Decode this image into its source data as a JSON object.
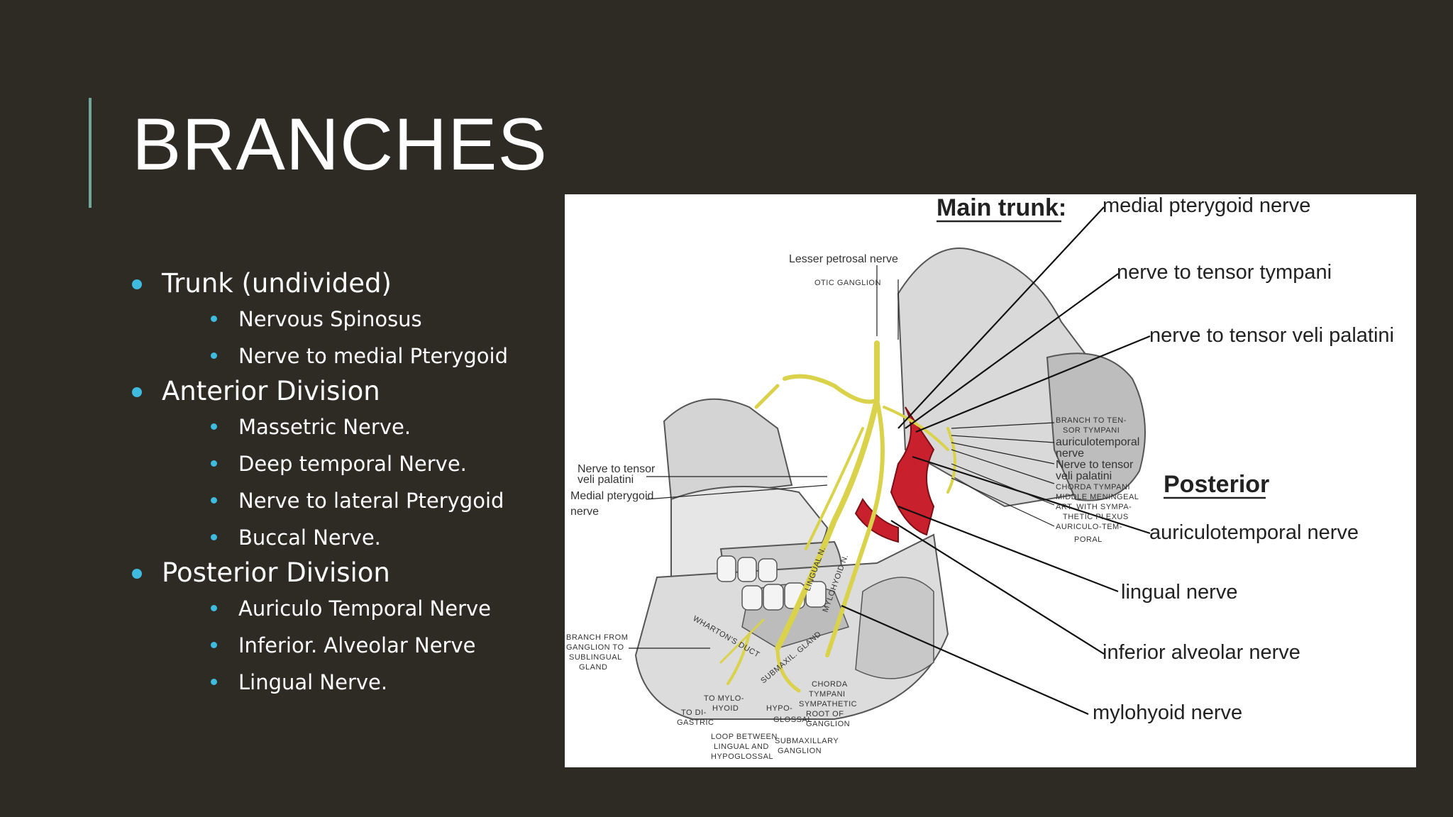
{
  "title": "BRANCHES",
  "bullets": [
    {
      "label": "Trunk (undivided)",
      "children": [
        "Nervous Spinosus",
        "Nerve to medial Pterygoid"
      ]
    },
    {
      "label": "Anterior Division",
      "children": [
        "Massetric Nerve.",
        "Deep temporal Nerve.",
        "Nerve to lateral Pterygoid",
        "Buccal Nerve."
      ]
    },
    {
      "label": "Posterior Division",
      "children": [
        "Auriculo Temporal Nerve",
        "Inferior. Alveolar Nerve",
        "Lingual Nerve."
      ]
    }
  ],
  "figure": {
    "main_trunk_heading": "Main trunk:",
    "posterior_heading": "Posterior",
    "labels_right": {
      "medial_pterygoid": "medial pterygoid nerve",
      "tensor_tympani": "nerve to tensor tympani",
      "tensor_veli": "nerve to tensor veli palatini",
      "auriculotemporal": "auriculotemporal nerve",
      "lingual": "lingual nerve",
      "inferior_alveolar": "inferior alveolar nerve",
      "mylohyoid": "mylohyoid nerve"
    },
    "labels_small": {
      "lesser_petrosal": "Lesser petrosal nerve",
      "otic_ganglion": "OTIC GANGLION",
      "nerve_tensor_veli_1": "Nerve to tensor",
      "nerve_tensor_veli_2": "veli palatini",
      "medial_pterygoid_1": "Medial pterygoid",
      "medial_pterygoid_2": "nerve",
      "branch_tensor_1": "BRANCH TO TEN-",
      "branch_tensor_2": "SOR TYMPANI",
      "auriculotemporal_1": "auriculotemporal",
      "auriculotemporal_2": "nerve",
      "nerve_tensor_1": "Nerve to tensor",
      "nerve_tensor_2": "veli palatini",
      "chorda_tympani": "CHORDA TYMPANI",
      "middle_meningeal_1": "MIDDLE MENINGEAL",
      "middle_meningeal_2": "ART. WITH SYMPA-",
      "middle_meningeal_3": "THETIC PLEXUS",
      "auriculo_tem_1": "AURICULO-TEM-",
      "auriculo_tem_2": "PORAL",
      "branch_ganglion_1": "BRANCH FROM",
      "branch_ganglion_2": "GANGLION TO",
      "branch_ganglion_3": "SUBLINGUAL",
      "branch_ganglion_4": "GLAND",
      "to_mylohyoid_1": "TO MYLO-",
      "to_mylohyoid_2": "HYOID",
      "to_digastric_1": "TO DI-",
      "to_digastric_2": "GASTRIC",
      "hypoglossal_1": "HYPO-",
      "hypoglossal_2": "GLOSSAL",
      "loop_1": "LOOP BETWEEN",
      "loop_2": "LINGUAL AND",
      "loop_3": "HYPOGLOSSAL",
      "chorda_root_1": "CHORDA",
      "chorda_root_2": "TYMPANI",
      "chorda_root_3": "SYMPATHETIC",
      "chorda_root_4": "ROOT OF",
      "chorda_root_5": "GANGLION",
      "submaxillary_1": "SUBMAXILLARY",
      "submaxillary_2": "GANGLION",
      "whartons": "WHARTON'S DUCT",
      "submaxil_gland": "SUBMAXIL. GLAND",
      "lingual_n": "LINGUAL N.",
      "mylohyoid_n": "MYLOHYOID N."
    }
  },
  "colors": {
    "background": "#2e2a24",
    "accent_bar": "#6fa89a",
    "bullet": "#3fbbe0",
    "nerve": "#e8e35a",
    "artery": "#c8202c"
  }
}
